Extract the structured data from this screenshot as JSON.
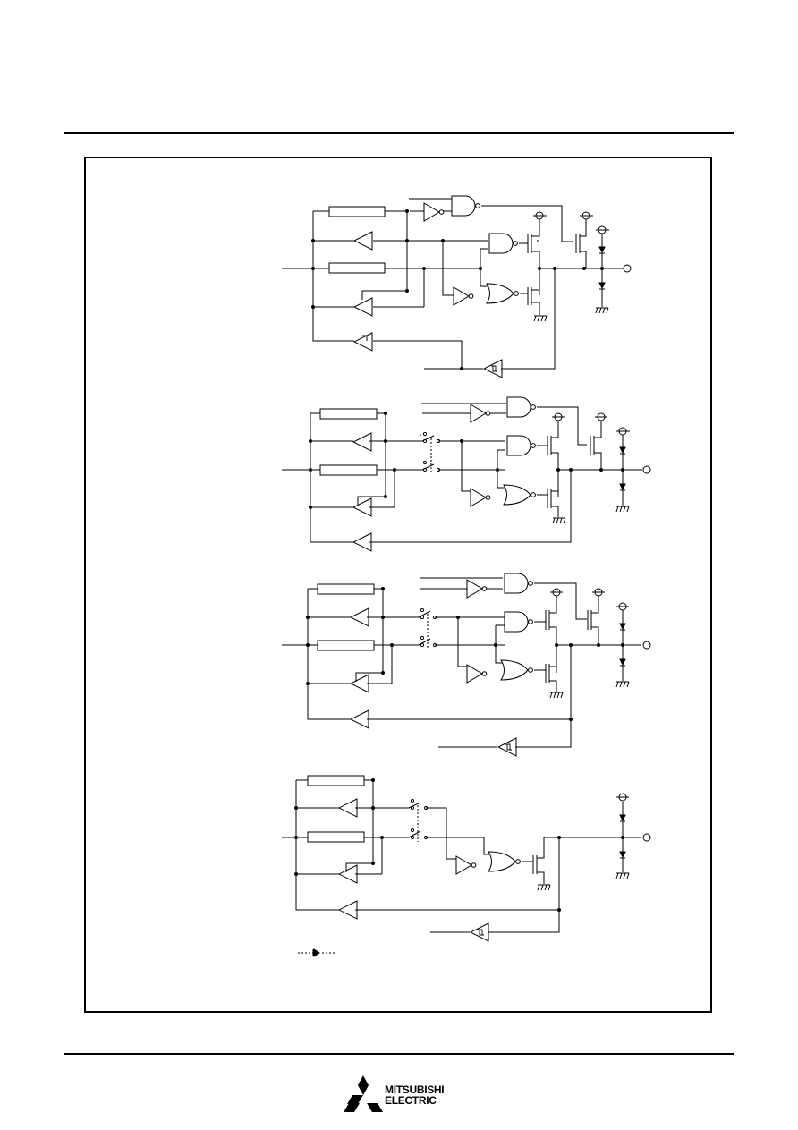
{
  "header": {},
  "figure": {
    "circuits": [
      {
        "id": "circuit-1",
        "variant": "full-cmos-with-schmitt-input",
        "has_switches": false
      },
      {
        "id": "circuit-2",
        "variant": "cmos-with-switches",
        "has_switches": true
      },
      {
        "id": "circuit-3",
        "variant": "cmos-with-switches-and-schmitt-input",
        "has_switches": true
      },
      {
        "id": "circuit-4",
        "variant": "nch-open-drain-with-switches",
        "has_switches": true
      }
    ],
    "legend_symbol": "dotted-diode-icon"
  },
  "footer": {
    "logo_line1": "MITSUBISHI",
    "logo_line2": "ELECTRIC"
  }
}
